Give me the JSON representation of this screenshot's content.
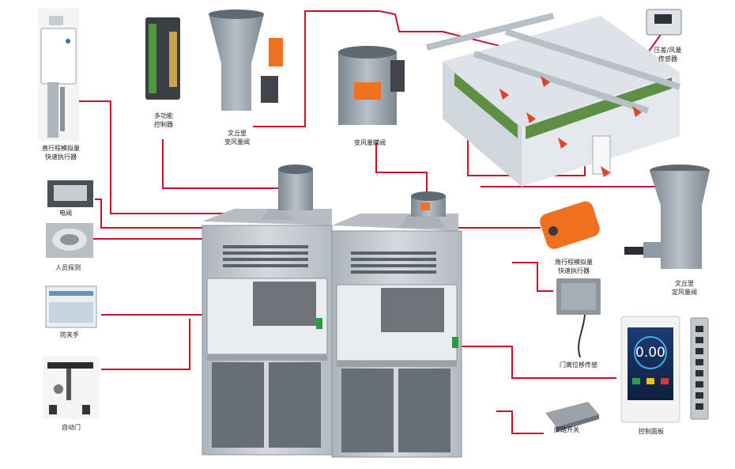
{
  "labels": {
    "linear_actuator": [
      "直行程模拟量",
      "快速执行器"
    ],
    "multi_controller": [
      "多功能",
      "控制器"
    ],
    "venturi_vav": [
      "文丘里",
      "变风量阀"
    ],
    "vav_butterfly": [
      "变风量蝶阀"
    ],
    "pressure_sensor": [
      "压差/风量",
      "传感器"
    ],
    "light": [
      "电阀"
    ],
    "person_detect": [
      "人员探测"
    ],
    "anti_pinch": [
      "防夹手"
    ],
    "auto_door": [
      "自动门"
    ],
    "angular_actuator": [
      "角行程模拟量",
      "快速执行器"
    ],
    "sash_sensor": [
      "门离位移传感"
    ],
    "venturi_cav": [
      "文丘里",
      "定风量阀"
    ],
    "foot_switch": [
      "脚踏开关"
    ],
    "control_panel": [
      "控制面板"
    ]
  },
  "panel": {
    "readout": "0.00"
  },
  "colors": {
    "connector": "#c8102e",
    "cabinet": "#c9ced4",
    "cabinet_dark": "#6f7780",
    "duct": "#8f9aa4",
    "actuator": "#f07020",
    "room_wall": "#cfd6dc",
    "room_green": "#5e8f45"
  }
}
